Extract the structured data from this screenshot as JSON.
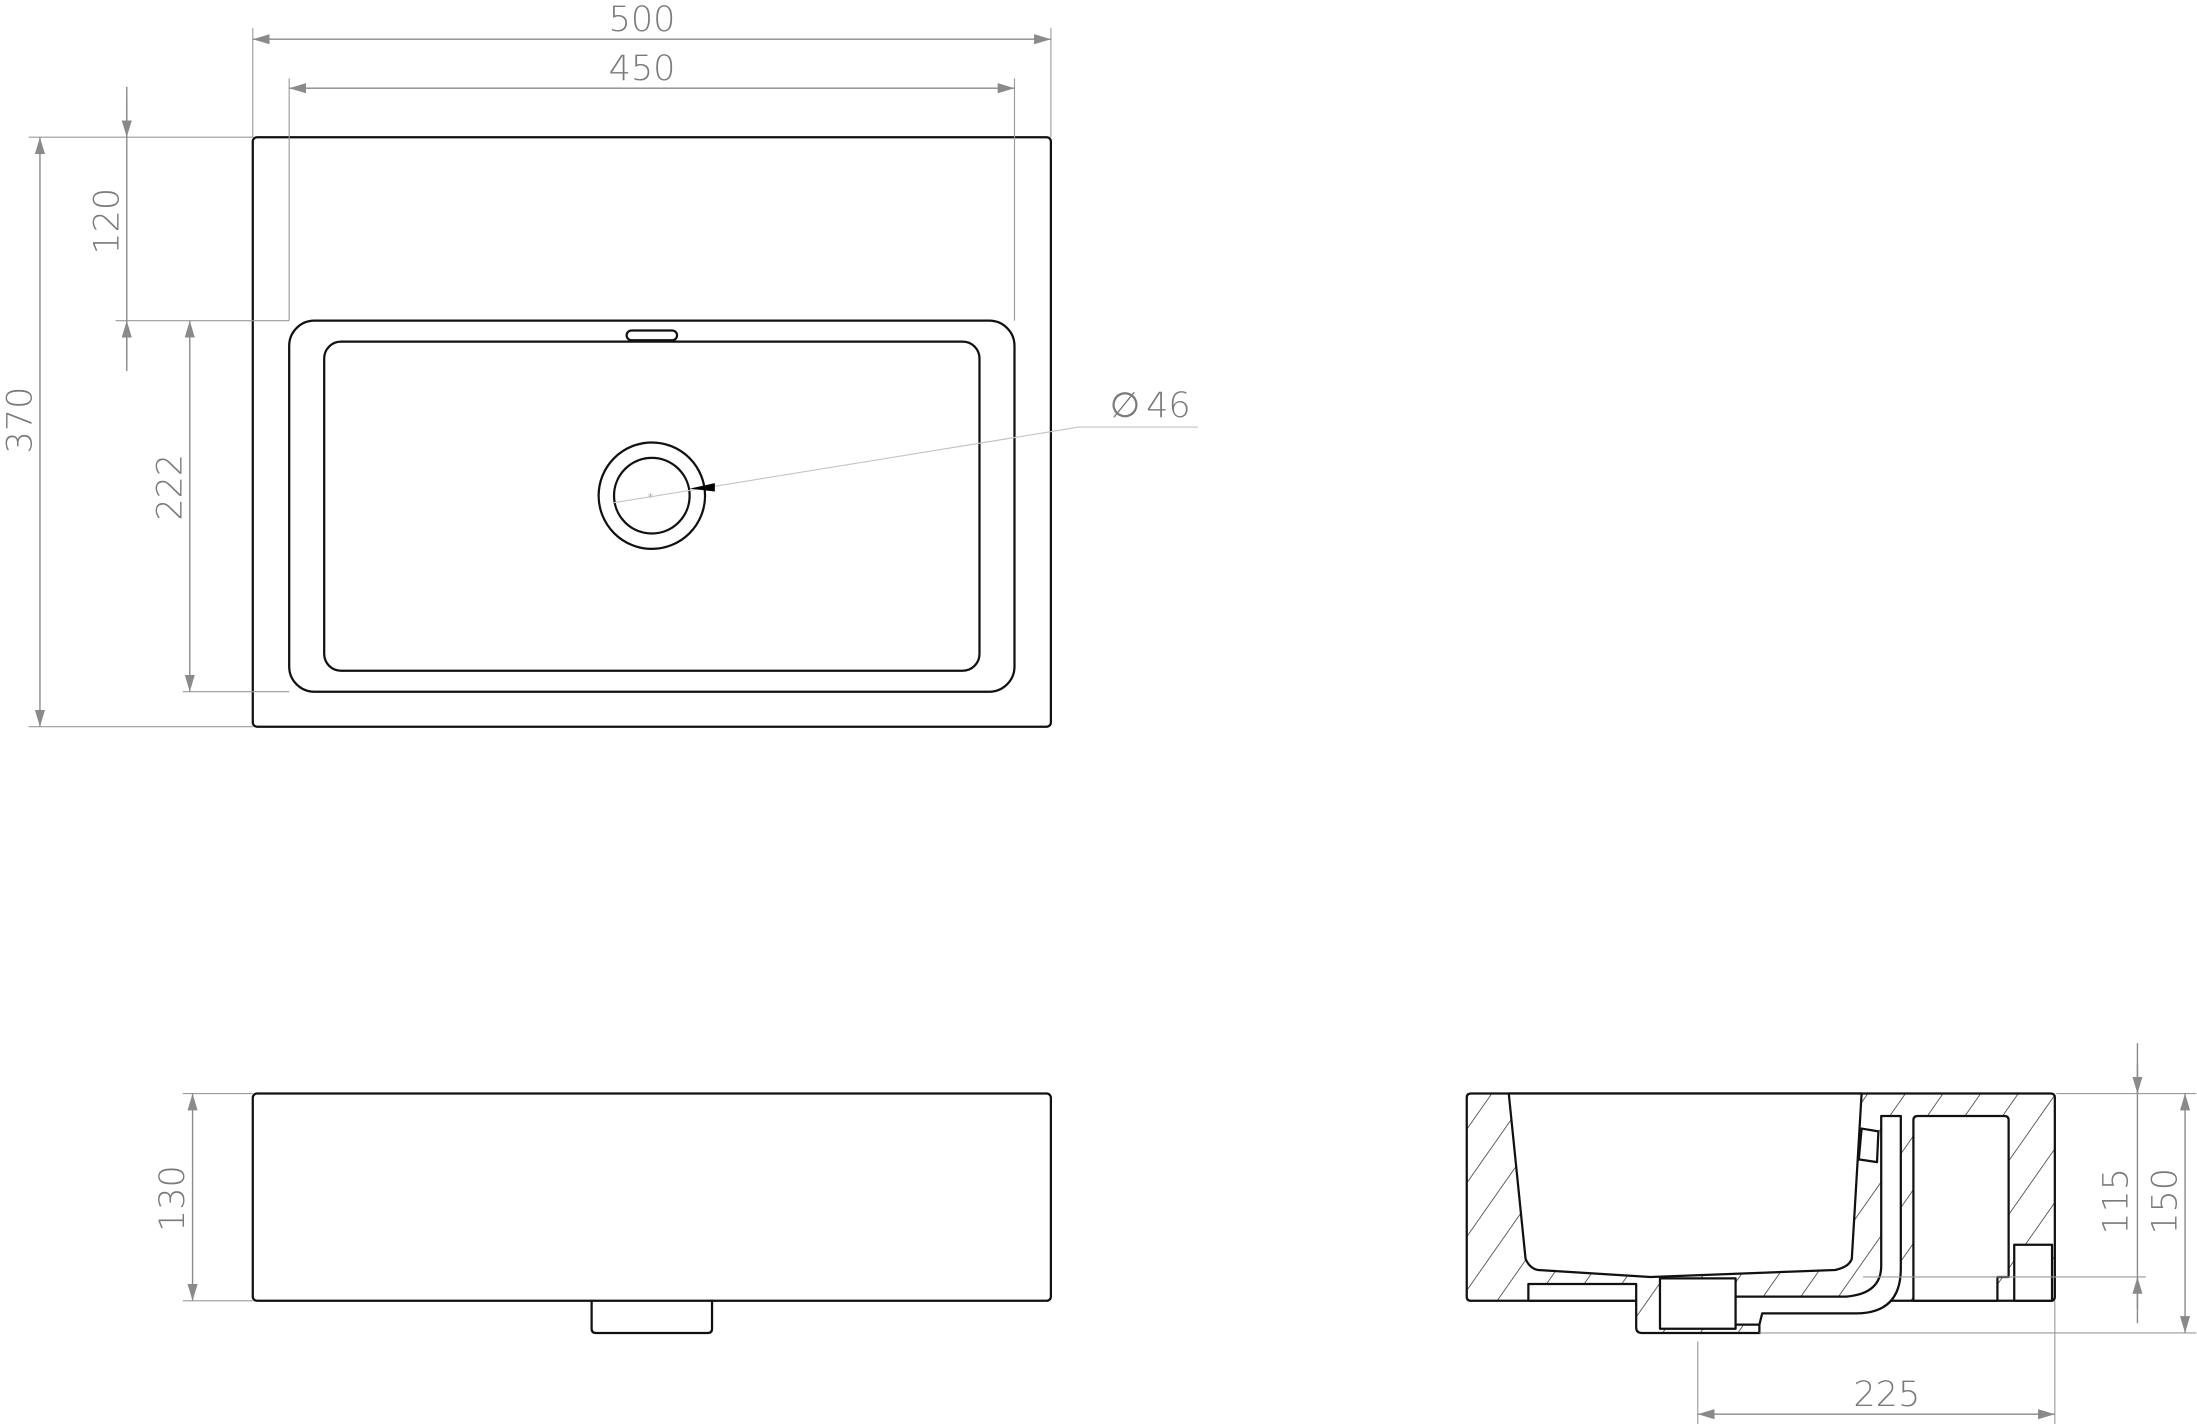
{
  "drawing": {
    "line_color": "#111111",
    "dimension_color": "#8a8a8a",
    "top_view": {
      "dimensions": {
        "overall_width": "500",
        "basin_width": "450",
        "overall_depth": "370",
        "deck_depth": "120",
        "basin_depth": "222",
        "drain_diameter_symbol": "∅",
        "drain_diameter": "46"
      }
    },
    "front_view": {
      "dimensions": {
        "height": "130"
      }
    },
    "section_view": {
      "dimensions": {
        "inner_height": "115",
        "total_height": "150",
        "drain_offset": "225"
      }
    }
  }
}
